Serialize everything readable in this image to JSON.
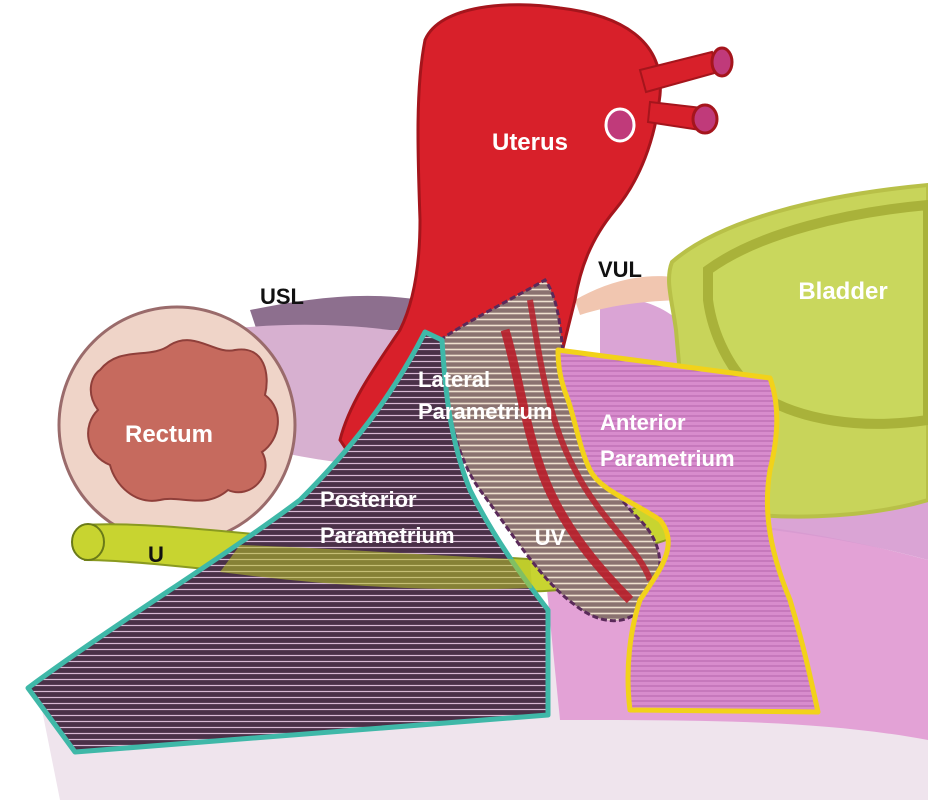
{
  "labels": {
    "uterus": "Uterus",
    "vul": "VUL",
    "usl": "USL",
    "bladder": "Bladder",
    "rectum": "Rectum",
    "lateral_line1": "Lateral",
    "lateral_line2": "Parametrium",
    "anterior_line1": "Anterior",
    "anterior_line2": "Parametrium",
    "posterior_line1": "Posterior",
    "posterior_line2": "Parametrium",
    "uv": "UV",
    "u": "U"
  },
  "colors": {
    "uterus": "#d8202a",
    "bladder": "#c8d45a",
    "rectum": "#c66a5e",
    "posterior_outline": "#3fb8a8",
    "anterior_outline": "#f2d21a",
    "ureter": "#c8d430",
    "parametrium_pink": "#d99ad0"
  }
}
